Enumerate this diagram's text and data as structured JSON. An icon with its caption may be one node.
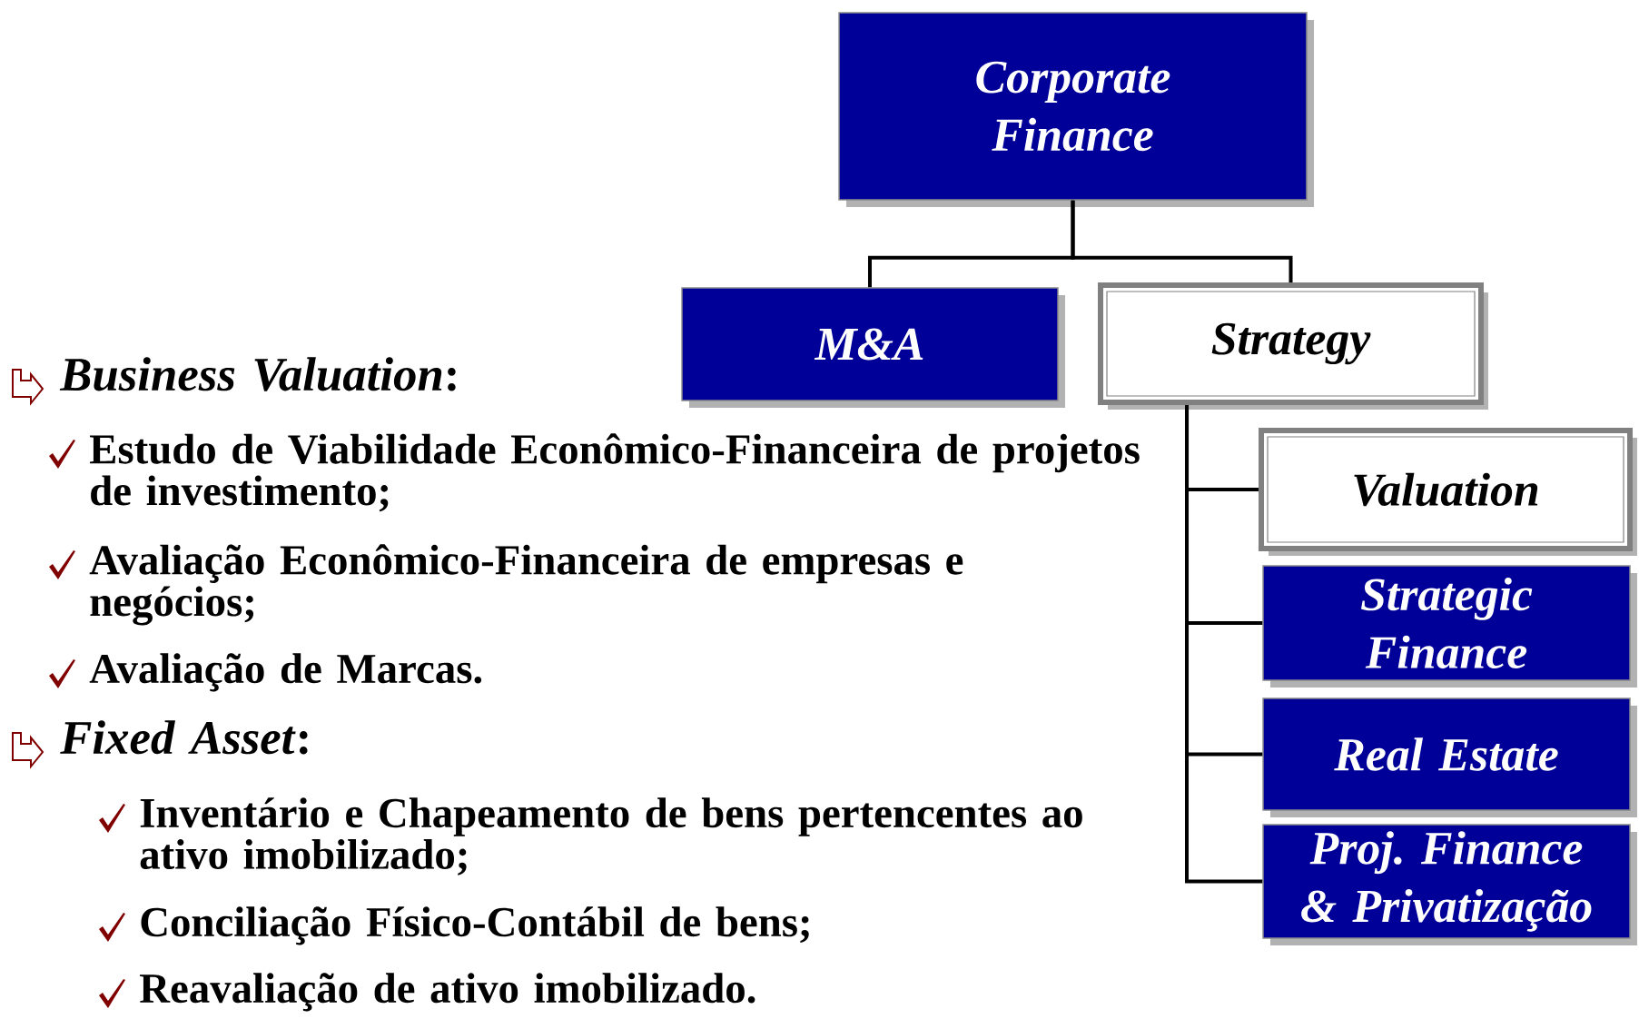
{
  "diagram": {
    "nodes": [
      {
        "text": [
          "Corporate Finance"
        ]
      },
      {
        "text": [
          "M&A"
        ]
      },
      {
        "text": [
          "Strategy"
        ]
      },
      {
        "text": [
          "Valuation"
        ]
      },
      {
        "text": [
          "Strategic Finance"
        ]
      },
      {
        "text": [
          "Real Estate"
        ]
      },
      {
        "text": [
          "Proj. Finance & Privatização"
        ]
      }
    ],
    "edges": [
      {
        "from": 0,
        "to": 1,
        "arrow": "none"
      },
      {
        "from": 0,
        "to": 2,
        "arrow": "none"
      },
      {
        "from": 2,
        "to": 3,
        "arrow": "none"
      },
      {
        "from": 2,
        "to": 4,
        "arrow": "none"
      },
      {
        "from": 2,
        "to": 5,
        "arrow": "none"
      },
      {
        "from": 2,
        "to": 6,
        "arrow": "none"
      }
    ],
    "labels": [
      "*Business Valuation*:",
      "Estudo de Viabilidade Econômico-Financeira de projetos de investimento;",
      "Avaliação Econômico-Financeira de empresas e negócios;",
      "Avaliação de Marcas.",
      "*Fixed Asset*:",
      "Inventário e Chapeamento de bens pertencentes ao ativo imobilizado;",
      "Conciliação Físico-Contábil de bens;",
      "Reavaliação de ativo imobilizado."
    ]
  }
}
